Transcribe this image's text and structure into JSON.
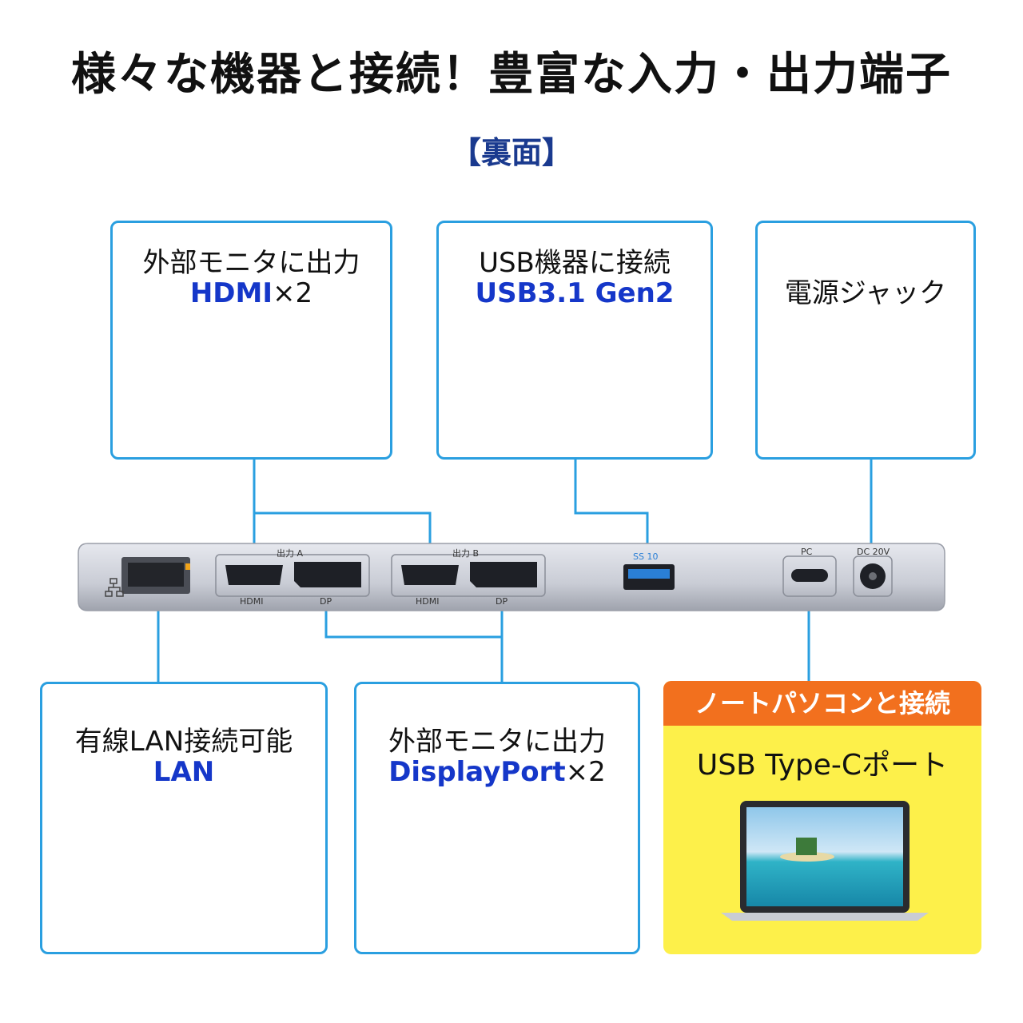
{
  "title": "様々な機器と接続！豊富な入力・出力端子",
  "subtitle": "【裏面】",
  "boxes": {
    "hdmi": {
      "line1": "外部モニタに出力",
      "line2_blue": "HDMI",
      "line2_suffix": "×2"
    },
    "usb": {
      "line1": "USB機器に接続",
      "line2_blue": "USB3.1 Gen2"
    },
    "power": {
      "line1": "電源ジャック"
    },
    "lan": {
      "line1": "有線LAN接続可能",
      "line2_blue": "LAN"
    },
    "dp": {
      "line1": "外部モニタに出力",
      "line2_blue": "DisplayPort",
      "line2_suffix": "×2"
    },
    "typec": {
      "header": "ノートパソコンと接続",
      "line2": "USB Type-Cポート"
    }
  },
  "device_labels": {
    "out_a": "出力 A",
    "out_b": "出力 B",
    "hdmi_a": "HDMI",
    "dp_a": "DP",
    "hdmi_b": "HDMI",
    "dp_b": "DP",
    "usb": "SS 10",
    "pc": "PC",
    "dc": "DC 20V"
  },
  "colors": {
    "box_border": "#2a9fe0",
    "accent_blue": "#1537c9",
    "header_orange": "#f2701e",
    "yellow": "#fdf04a"
  }
}
